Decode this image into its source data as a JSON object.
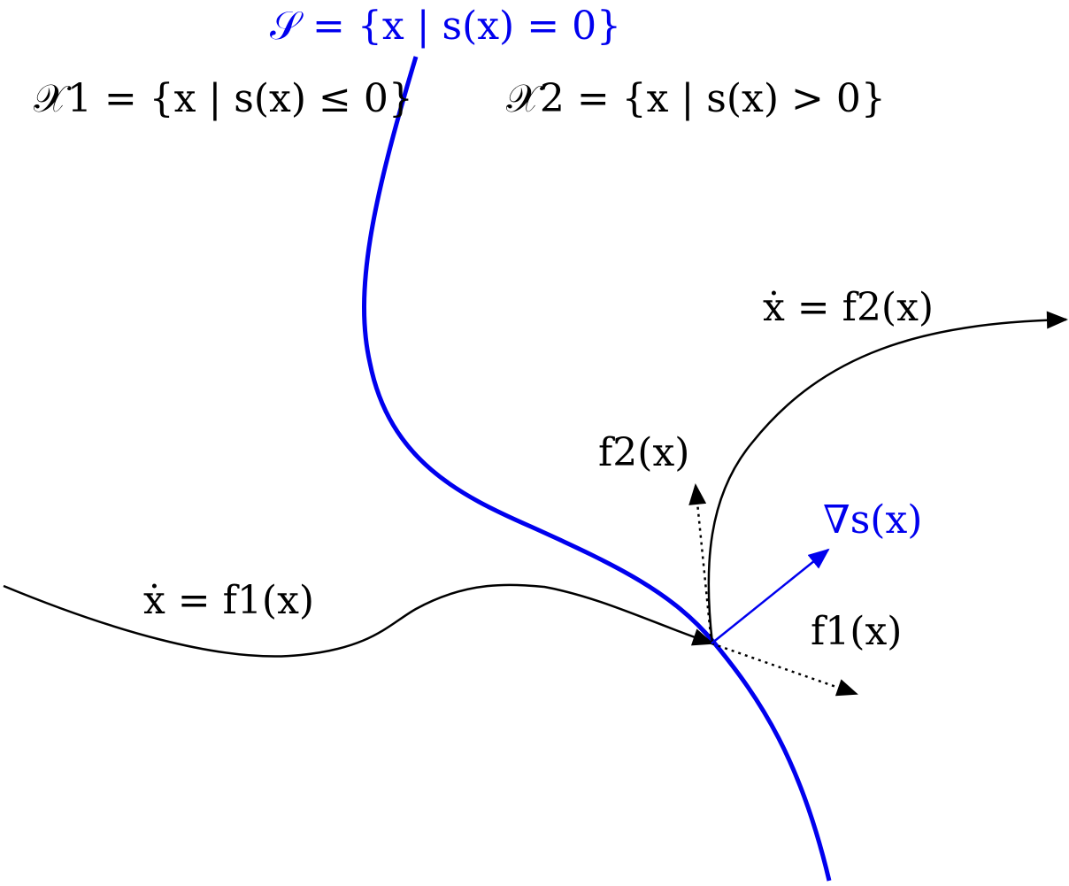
{
  "colors": {
    "surface": "#0000ee",
    "trajectory": "#000000",
    "background": "#ffffff"
  },
  "labels": {
    "surface_set": "𝒮 = {x | s(x) = 0}",
    "region_1": "𝒳1 = {x | s(x) ≤ 0}",
    "region_2": "𝒳2 = {x | s(x) > 0}",
    "dynamics_2": "ẋ = f2(x)",
    "dynamics_1": "ẋ = f1(x)",
    "vector_f2": "f2(x)",
    "vector_f1": "f1(x)",
    "gradient": "∇s(x)"
  }
}
